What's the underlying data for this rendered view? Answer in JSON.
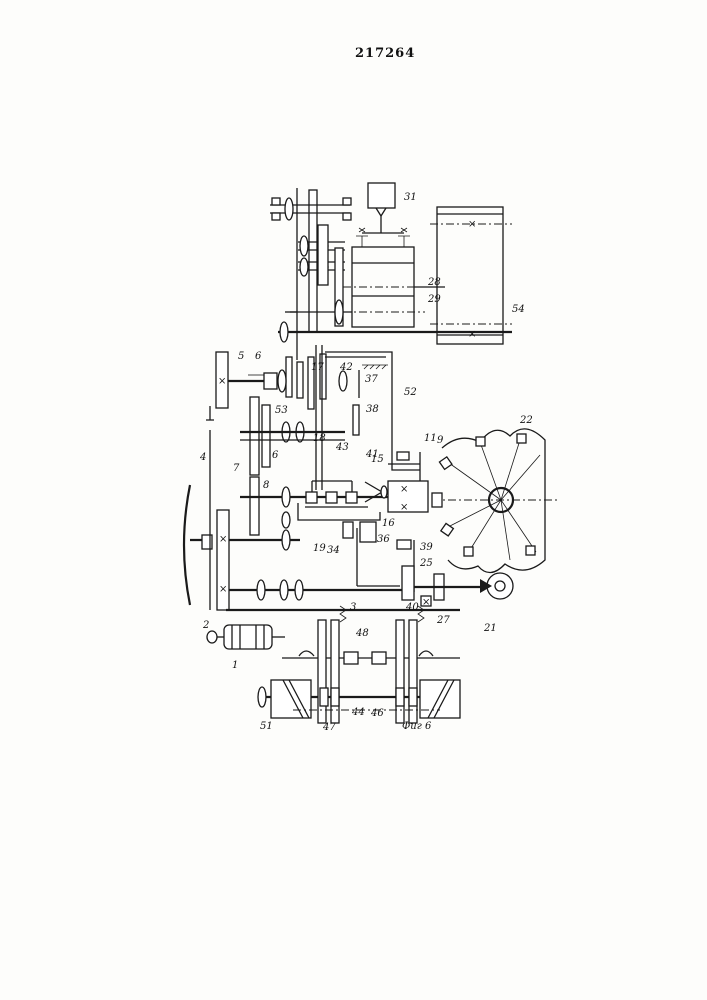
{
  "document": {
    "number": "217264",
    "figure_caption": "Фиг 6"
  },
  "labels": {
    "l1": "1",
    "l2": "2",
    "l3": "3",
    "l4": "4",
    "l5": "5",
    "l6": "6",
    "l6b": "6",
    "l7": "7",
    "l8": "8",
    "l9": "9",
    "l11": "11",
    "l15": "15",
    "l16": "16",
    "l17": "17",
    "l18": "18",
    "l19": "19",
    "l21": "21",
    "l22": "22",
    "l25": "25",
    "l27": "27",
    "l28": "28",
    "l29": "29",
    "l31": "31",
    "l34": "34",
    "l36": "36",
    "l37": "37",
    "l38": "38",
    "l39": "39",
    "l40": "40",
    "l41": "41",
    "l42": "42",
    "l43": "43",
    "l44": "44",
    "l46": "46",
    "l47": "47",
    "l48": "48",
    "l51": "51",
    "l52": "52",
    "l53": "53",
    "l54": "54"
  }
}
